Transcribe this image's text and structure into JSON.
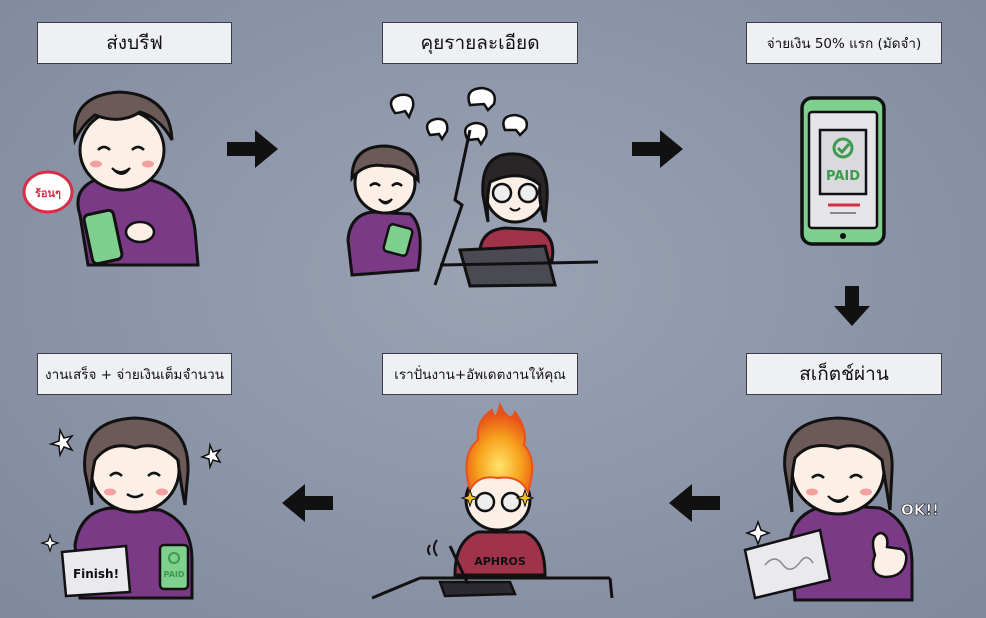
{
  "steps": [
    {
      "label": "ส่งบรีฟ"
    },
    {
      "label": "คุยรายละเอียด"
    },
    {
      "label": "จ่ายเงิน 50% แรก (มัดจำ)"
    },
    {
      "label": "สเก็ตช์ผ่าน"
    },
    {
      "label": "เราปั่นงาน+อัพเดตงานให้คุณ"
    },
    {
      "label": "งานเสร็จ + จ่ายเงินเต็มจำนวน"
    }
  ],
  "bubble_text": "ร้อนๆ",
  "phone_status": "PAID",
  "ok_text": "OK!!",
  "shirt_text": "APHROS",
  "finish_text": "Finish!",
  "mini_phone_text": "PAID",
  "colors": {
    "background": "#8c95a8",
    "label_bg": "#eef0f4",
    "shirt": "#7a3a86",
    "hair": "#6b5a57",
    "skin": "#fbefe6",
    "phone_green": "#7fcf8f",
    "paid_green": "#3e9a4e",
    "fire_orange": "#f08a1a"
  }
}
